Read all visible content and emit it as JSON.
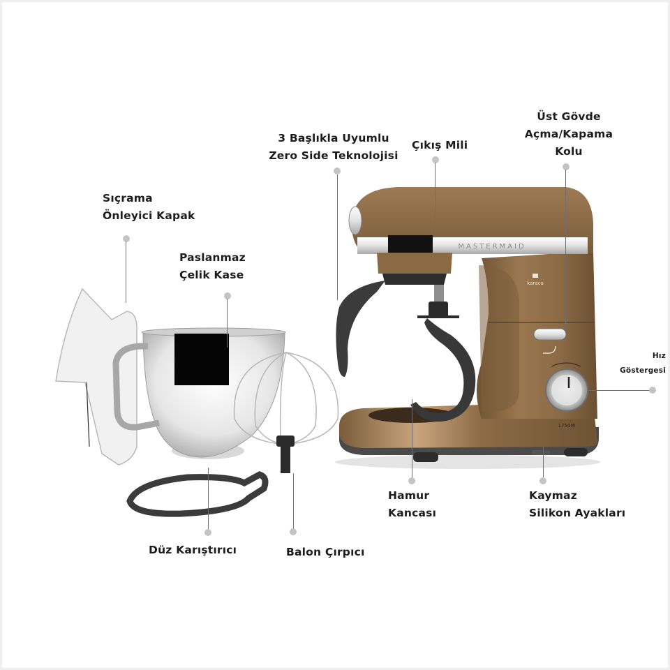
{
  "product": {
    "brand_plate": "MASTERMAID",
    "logo_text": "karaca",
    "power_label": "1750W",
    "colors": {
      "body": "#8a6a45",
      "body_dark": "#6d5234",
      "body_light": "#a88560",
      "chrome": "#dcdcdc",
      "attachment": "#3b3b3b",
      "leader_line": "#6e6e6e",
      "leader_dot": "#c4c4c4",
      "text": "#1c1c1c"
    }
  },
  "callouts": {
    "splash_guard": [
      "Sıçrama",
      "Önleyici Kapak"
    ],
    "bowl": [
      "Paslanmaz",
      "Çelik Kase"
    ],
    "zero_side": [
      "3 Başlıkla Uyumlu",
      "Zero Side Teknolojisi"
    ],
    "output_shaft": [
      "Çıkış Mili"
    ],
    "head_lever": [
      "Üst Gövde",
      "Açma/Kapama",
      "Kolu"
    ],
    "speed_indicator": [
      "Hız",
      "Göstergesi"
    ],
    "dough_hook": [
      "Hamur",
      "Kancası"
    ],
    "silicone_feet": [
      "Kaymaz",
      "Silikon Ayakları"
    ],
    "flat_beater": [
      "Düz Karıştırıcı"
    ],
    "balloon_whisk": [
      "Balon Çırpıcı"
    ]
  }
}
